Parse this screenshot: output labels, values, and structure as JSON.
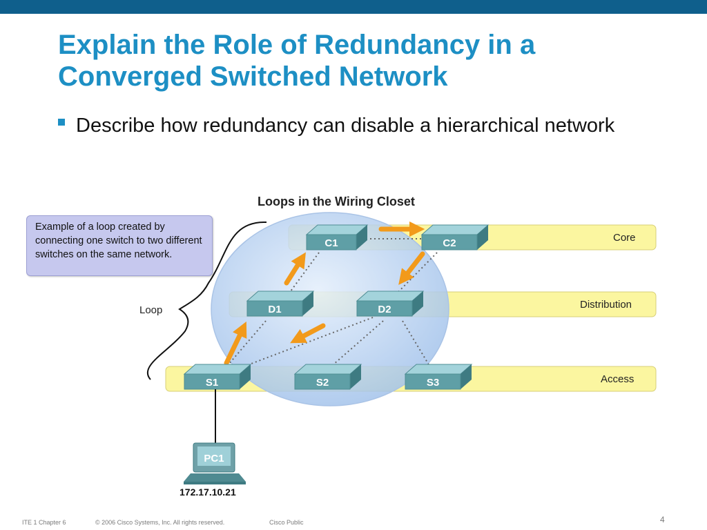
{
  "slide": {
    "title": "Explain the Role of Redundancy in a Converged Switched Network",
    "bullet": "Describe how redundancy can disable a hierarchical network"
  },
  "diagram": {
    "title": "Loops in the Wiring Closet",
    "callout": "Example of a loop created by connecting one switch to two different switches on the same network.",
    "loop_label": "Loop",
    "layers": {
      "core": "Core",
      "distribution": "Distribution",
      "access": "Access"
    },
    "switches": {
      "c1": "C1",
      "c2": "C2",
      "d1": "D1",
      "d2": "D2",
      "s1": "S1",
      "s2": "S2",
      "s3": "S3"
    },
    "pc": {
      "label": "PC1",
      "ip": "172.17.10.21"
    },
    "colors": {
      "layer_band": "#fbf6a0",
      "loop_bubble": "#c9ddf6",
      "switch_body": "#5f9fa6",
      "arrow": "#f29a1b"
    }
  },
  "footer": {
    "course": "ITE 1 Chapter 6",
    "copyright": "© 2006 Cisco Systems, Inc. All rights reserved.",
    "classification": "Cisco Public",
    "page_number": "4"
  }
}
